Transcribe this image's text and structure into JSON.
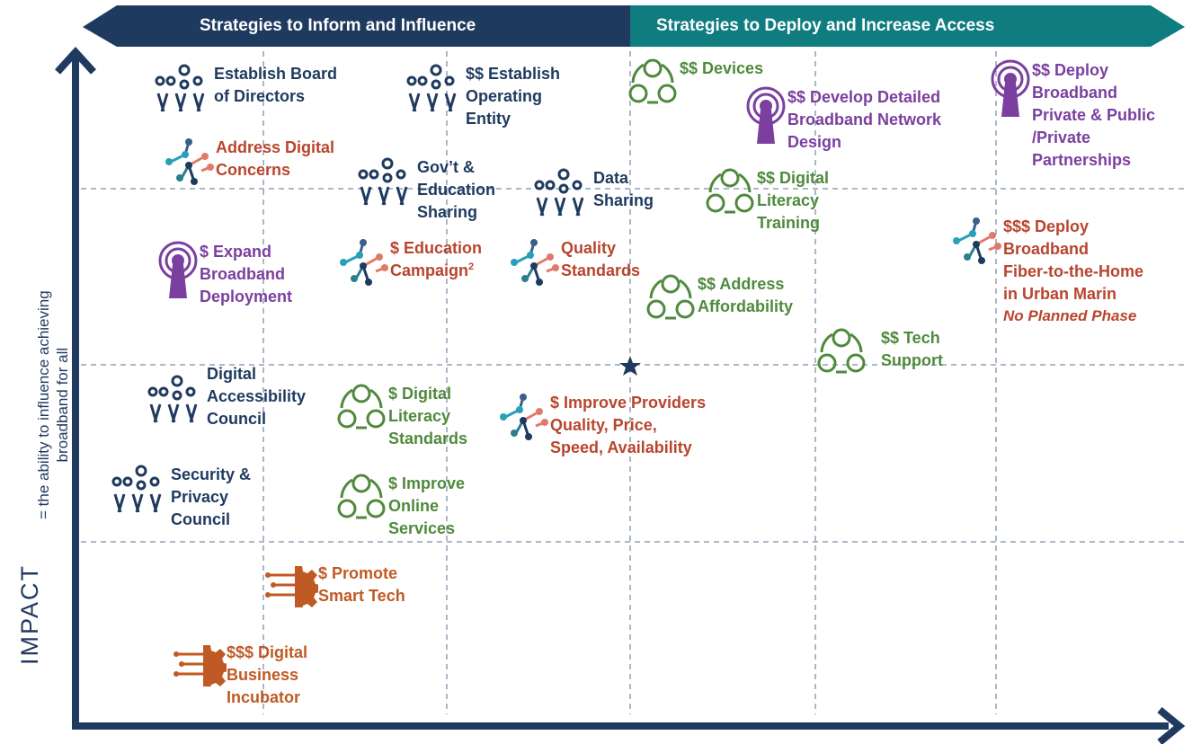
{
  "colors": {
    "navy": "#1f3a5f",
    "teal": "#0f7c80",
    "green": "#4f8a3c",
    "purple": "#7b3fa0",
    "red": "#b8452e",
    "orange": "#c05a24",
    "grid": "#5a7190"
  },
  "header": {
    "left_label": "Strategies to Inform and Influence",
    "right_label": "Strategies to Deploy and Increase Access"
  },
  "yaxis": {
    "title": "IMPACT",
    "description": "= the ability to influence achieving\nbroadband for all"
  },
  "items": [
    {
      "label": "Establish Board\nof Directors",
      "icon": "people-network-icon"
    },
    {
      "label": "$$ Establish\nOperating\nEntity",
      "icon": "people-network-icon"
    },
    {
      "label": "$$ Devices",
      "icon": "community-group-icon"
    },
    {
      "label": "$$ Develop Detailed\nBroadband Network\nDesign",
      "icon": "broadcast-tower-icon"
    },
    {
      "label": "$$ Deploy\nBroadband\nPrivate & Public\n/Private\nPartnerships",
      "icon": "broadcast-tower-icon"
    },
    {
      "label": "Address Digital\nConcerns",
      "icon": "data-network-icon"
    },
    {
      "label": "Gov’t &\nEducation\nSharing",
      "icon": "people-network-icon"
    },
    {
      "label": "Data\nSharing",
      "icon": "people-network-icon"
    },
    {
      "label": "$$ Digital\nLiteracy\nTraining",
      "icon": "community-group-icon"
    },
    {
      "label": "$$$ Deploy\nBroadband\nFiber-to-the-Home\nin Urban Marin",
      "sublabel": "No Planned Phase",
      "icon": "data-network-icon"
    },
    {
      "label": "$ Expand\nBroadband\nDeployment",
      "icon": "broadcast-tower-icon"
    },
    {
      "label": "$ Education\nCampaign",
      "superscript": "2",
      "icon": "data-network-icon"
    },
    {
      "label": "Quality\nStandards",
      "icon": "data-network-icon"
    },
    {
      "label": "$$ Address\nAffordability",
      "icon": "community-group-icon"
    },
    {
      "label": "$$ Tech\nSupport",
      "icon": "community-group-icon"
    },
    {
      "label": "Digital\nAccessibility\nCouncil",
      "icon": "people-network-icon"
    },
    {
      "label": "$ Digital\nLiteracy\nStandards",
      "icon": "community-group-icon"
    },
    {
      "label": "$ Improve Providers\nQuality, Price,\nSpeed, Availability",
      "icon": "data-network-icon"
    },
    {
      "label": "Security &\nPrivacy\nCouncil",
      "icon": "people-network-icon"
    },
    {
      "label": "$ Improve\nOnline\nServices",
      "icon": "community-group-icon"
    },
    {
      "label": "$ Promote\nSmart Tech",
      "icon": "circuit-gear-icon"
    },
    {
      "label": "$$$ Digital\nBusiness\nIncubator",
      "icon": "circuit-gear-icon"
    }
  ],
  "marker": {
    "icon": "star-icon"
  }
}
